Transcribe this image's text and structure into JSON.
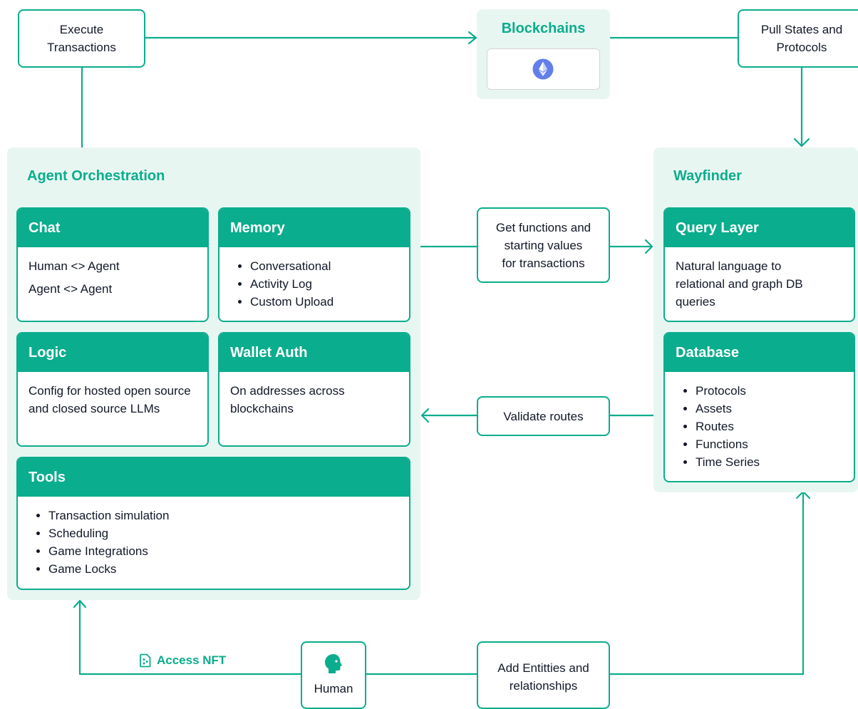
{
  "blockchains": {
    "title": "Blockchains",
    "icon": "ethereum-icon"
  },
  "execute_transactions": "Execute\nTransactions",
  "pull_states": "Pull States and\nProtocols",
  "get_functions": "Get functions and\nstarting values\nfor transactions",
  "validate_routes": "Validate routes",
  "add_entities": "Add Entitties and\nrelationships",
  "access_nft": {
    "label": "Access NFT",
    "icon": "nft-file-icon"
  },
  "human": {
    "label": "Human",
    "icon": "human-head-icon"
  },
  "agent_orchestration": {
    "title": "Agent Orchestration",
    "chat": {
      "title": "Chat",
      "lines": [
        "Human <> Agent",
        "Agent <> Agent"
      ]
    },
    "memory": {
      "title": "Memory",
      "items": [
        "Conversational",
        "Activity Log",
        "Custom Upload"
      ]
    },
    "logic": {
      "title": "Logic",
      "text": "Config for hosted open source and closed source LLMs"
    },
    "wallet_auth": {
      "title": "Wallet Auth",
      "text": "On addresses across blockchains"
    },
    "tools": {
      "title": "Tools",
      "items": [
        "Transaction simulation",
        "Scheduling",
        "Game Integrations",
        "Game Locks"
      ]
    }
  },
  "wayfinder": {
    "title": "Wayfinder",
    "query_layer": {
      "title": "Query Layer",
      "text": "Natural language to relational and graph DB queries"
    },
    "database": {
      "title": "Database",
      "items": [
        "Protocols",
        "Assets",
        "Routes",
        "Functions",
        "Time Series"
      ]
    }
  },
  "colors": {
    "accent": "#0aad8d",
    "panel_bg": "#e8f6f2",
    "ethereum": "#627eea"
  }
}
